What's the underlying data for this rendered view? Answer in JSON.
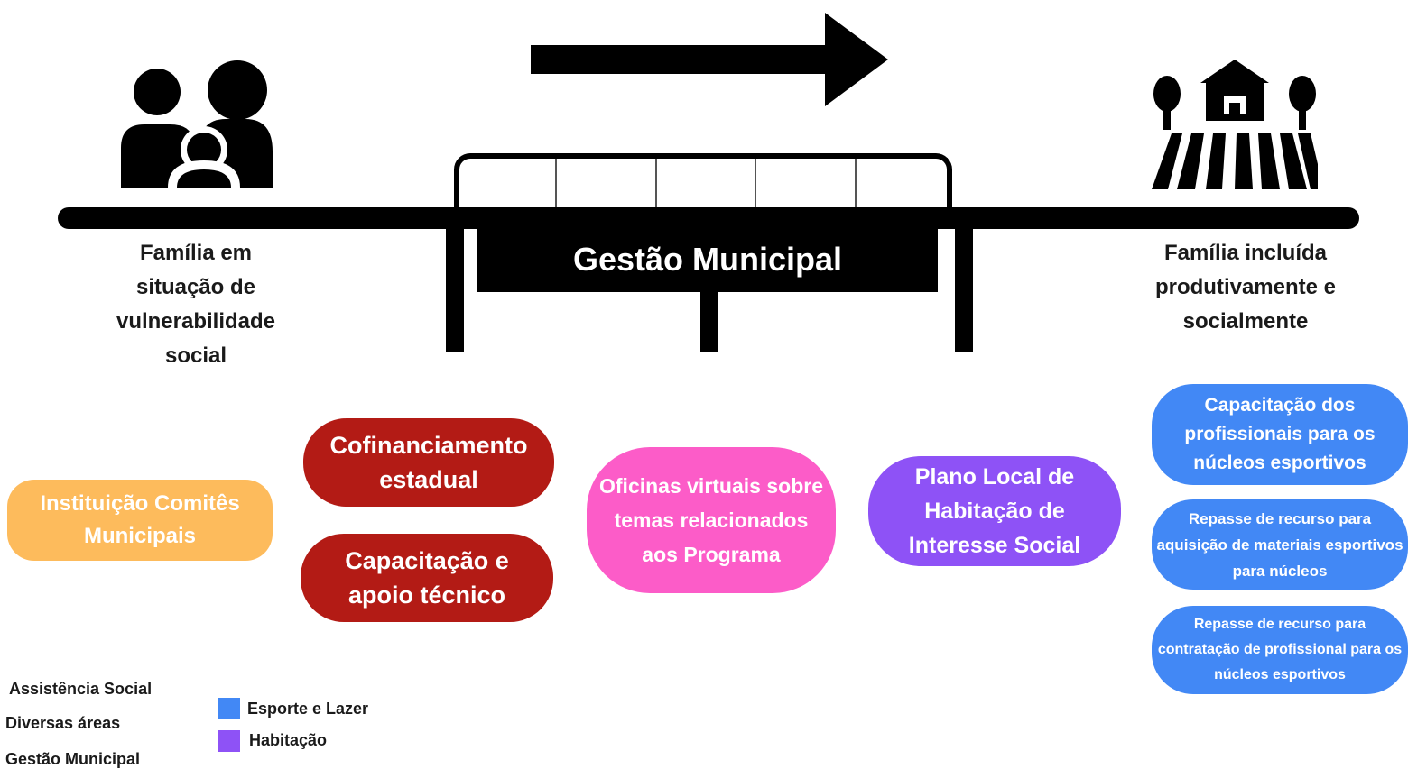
{
  "bridge": {
    "title": "Gestão Municipal"
  },
  "start": {
    "label": "Família em situação de vulnerabilidade social"
  },
  "end": {
    "label": "Família incluída produtivamente e socialmente"
  },
  "boxes": {
    "comites": "Instituição Comitês Municipais",
    "cofinanciamento": "Cofinanciamento estadual",
    "capacitacao_apoio": "Capacitação e apoio técnico",
    "oficinas": "Oficinas virtuais sobre temas relacionados aos Programa",
    "plano_habitacao": "Plano Local de Habitação de Interesse Social",
    "esporte_capacitacao": "Capacitação dos profissionais para os núcleos esportivos",
    "esporte_materiais": "Repasse de recurso para aquisição de materiais esportivos para núcleos",
    "esporte_contratacao": "Repasse de recurso para contratação de profissional para os núcleos esportivos"
  },
  "legend": {
    "items": [
      {
        "label": "Assistência Social",
        "color": "#ffffff"
      },
      {
        "label": "Diversas áreas",
        "color": "#ffffff"
      },
      {
        "label": "Gestão Municipal",
        "color": "#ffffff"
      },
      {
        "label": "Esporte e Lazer",
        "color": "#4288f5"
      },
      {
        "label": "Habitação",
        "color": "#8e52f6"
      }
    ]
  },
  "colors": {
    "comites": "#fdbb5c",
    "gestao": "#b31b15",
    "diversas": "#fc5cc8",
    "habitacao": "#8e52f6",
    "esporte": "#4288f5"
  },
  "icons": {
    "start": "family-icon",
    "end": "community-house-icon",
    "direction": "arrow-right-icon"
  }
}
